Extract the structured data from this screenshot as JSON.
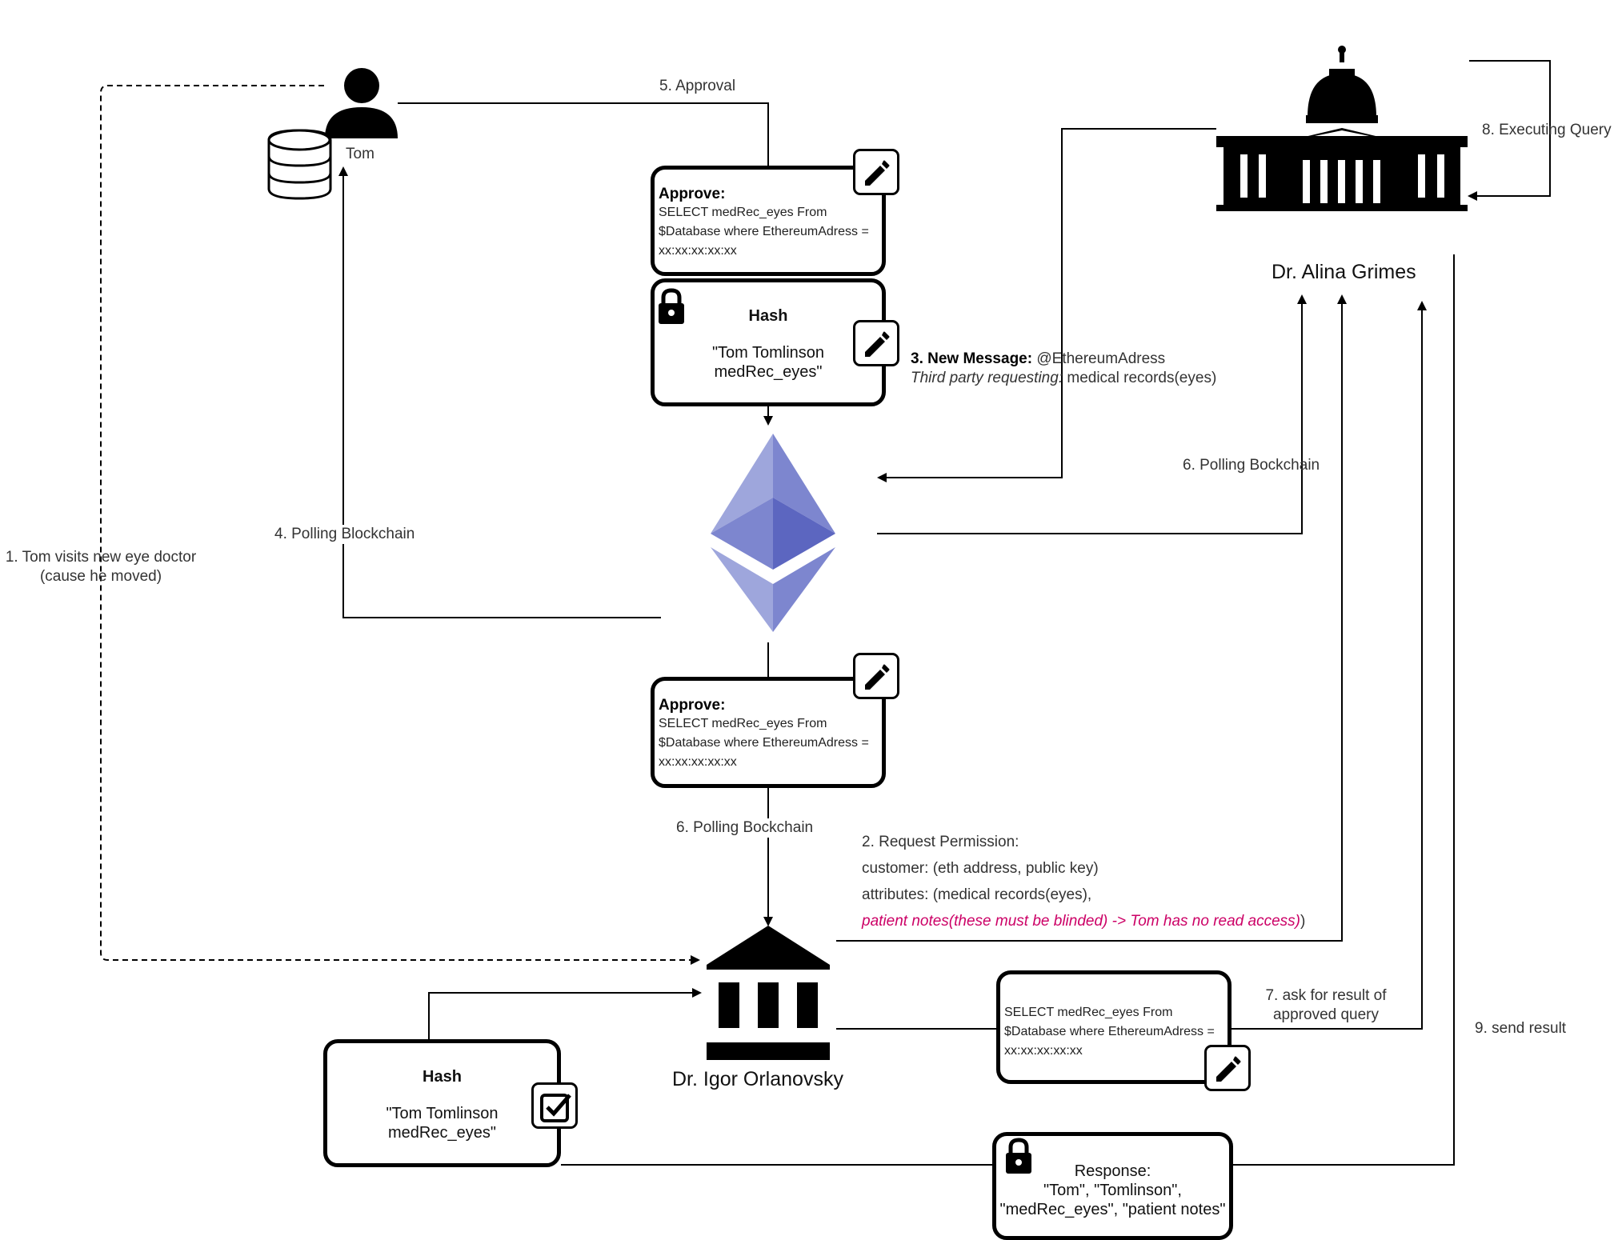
{
  "actors": {
    "tom": "Tom",
    "alina": "Dr. Alina Grimes",
    "igor": "Dr. Igor Orlanovsky"
  },
  "edges": {
    "approval": "5. Approval",
    "executing": "8. Executing Query",
    "polling_tom": "4. Polling Blockchain",
    "polling_alina": "6. Polling Bockchain",
    "polling_igor": "6. Polling Bockchain",
    "visit": [
      "1. Tom visits new eye doctor",
      "(cause he moved)"
    ],
    "ask_result": [
      "7. ask for result of",
      "approved query"
    ],
    "send_result": "9. send result"
  },
  "new_message": {
    "bold": "3. New Message:",
    "address": " @EthereumAdress",
    "italic": "Third party requesting:",
    "rest": " medical records(eyes)"
  },
  "request": {
    "line1": "2. Request Permission:",
    "line2": "customer: (eth address, public key)",
    "line3": "attributes: (medical records(eyes),",
    "line4_pink": "patient notes(these must be blinded) -> Tom has no read access)",
    "line4_end": ")"
  },
  "approve_top": {
    "title": "Approve:",
    "sql": [
      "SELECT medRec_eyes From",
      "$Database where EthereumAdress =",
      "xx:xx:xx:xx:xx"
    ]
  },
  "hash_top": {
    "title": "Hash",
    "text": [
      "\"Tom Tomlinson",
      "medRec_eyes\""
    ]
  },
  "approve_bottom": {
    "title": "Approve:",
    "sql": [
      "SELECT medRec_eyes From",
      "$Database where EthereumAdress =",
      "xx:xx:xx:xx:xx"
    ]
  },
  "query_box": {
    "sql": [
      "SELECT medRec_eyes From",
      "$Database where EthereumAdress =",
      "xx:xx:xx:xx:xx"
    ]
  },
  "hash_bottom": {
    "title": "Hash",
    "text": [
      "\"Tom Tomlinson",
      "medRec_eyes\""
    ]
  },
  "response": {
    "text": [
      "Response:",
      "\"Tom\", \"Tomlinson\",",
      "\"medRec_eyes\", \"patient notes\""
    ]
  },
  "colors": {
    "eth_light": "#9ea6dc",
    "eth_mid": "#7d86cf",
    "eth_dark": "#5c66c0",
    "pink": "#cc0066"
  }
}
